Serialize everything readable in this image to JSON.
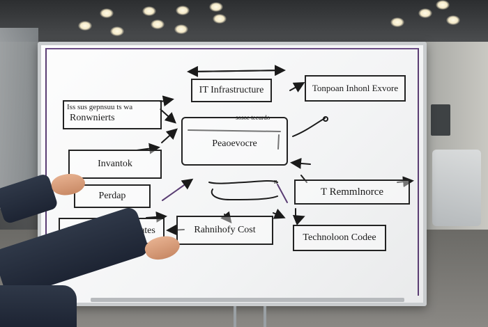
{
  "whiteboard": {
    "boxes": [
      {
        "id": "box_it_infrastructure",
        "text": "IT Infrastructure"
      },
      {
        "id": "box_top_right",
        "text": "Tonpoan Inhonl Exvore"
      },
      {
        "id": "box_left_top",
        "text": "Ronwnierts",
        "scribble": "Iss sus gepnsuu ts wa"
      },
      {
        "id": "box_center",
        "text": "Peaoevocre"
      },
      {
        "id": "box_left_mid",
        "text": "Invantok"
      },
      {
        "id": "box_perdap",
        "text": "Perdap"
      },
      {
        "id": "box_right_mid",
        "text": "T Remmlnorce"
      },
      {
        "id": "box_it_cost",
        "text": "IT Ceohonutoe Coates"
      },
      {
        "id": "box_rahnihofy",
        "text": "Rahnihofy Cost"
      },
      {
        "id": "box_technoloon",
        "text": "Technoloon Codee"
      }
    ],
    "center_scribble": "sosoe teeurdo",
    "mid_scribble": "n"
  },
  "colors": {
    "marker_black": "#1a1a1a",
    "marker_purple": "#5a3d73",
    "board_frame": "#c9ccce",
    "suit": "#1d2433",
    "skin": "#d39c7a"
  }
}
